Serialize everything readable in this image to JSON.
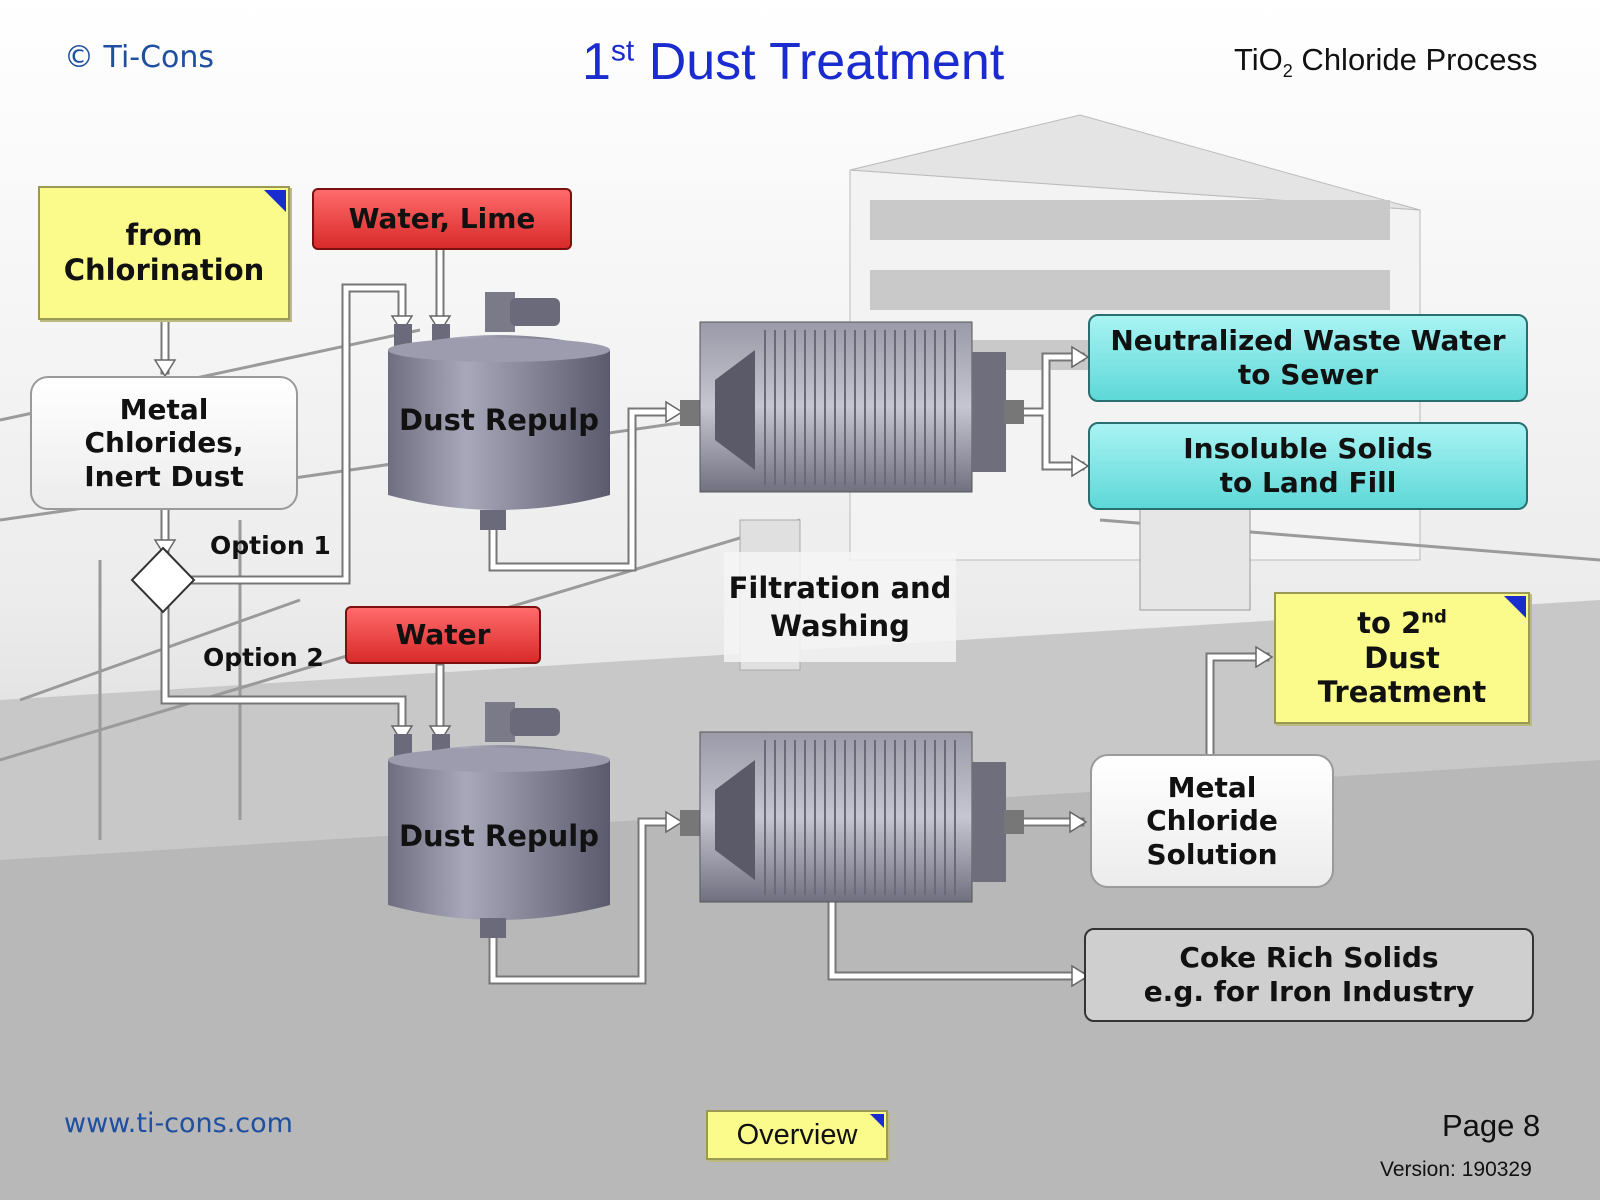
{
  "header": {
    "copyright": "© Ti-Cons",
    "title_main": "1",
    "title_sup": "st",
    "title_rest": " Dust Treatment",
    "process_prefix": "TiO",
    "process_sub": "2",
    "process_suffix": " Chloride Process"
  },
  "nodes": {
    "from_chlorination": {
      "line1": "from",
      "line2": "Chlorination"
    },
    "water_lime": "Water, Lime",
    "metal_chlorides": {
      "line1": "Metal",
      "line2": "Chlorides,",
      "line3": "Inert Dust"
    },
    "option1": "Option 1",
    "option2": "Option 2",
    "water": "Water",
    "dust_repulp_1": "Dust Repulp",
    "dust_repulp_2": "Dust Repulp",
    "filtration": {
      "line1": "Filtration and",
      "line2": "Washing"
    },
    "waste_water": {
      "line1": "Neutralized Waste Water",
      "line2": "to Sewer"
    },
    "insoluble_solids": {
      "line1": "Insoluble Solids",
      "line2": "to Land Fill"
    },
    "second_treatment": {
      "line1_pre": "to 2",
      "line1_sup": "nd",
      "line2": "Dust Treatment"
    },
    "metal_chloride_solution": {
      "line1": "Metal",
      "line2": "Chloride",
      "line3": "Solution"
    },
    "coke_solids": {
      "line1": "Coke Rich Solids",
      "line2": "e.g. for Iron Industry"
    }
  },
  "footer": {
    "website": "www.ti-cons.com",
    "overview_button": "Overview",
    "page": "Page 8",
    "version": "Version: 190329"
  },
  "colors": {
    "title_blue": "#1a2bd0",
    "link_blue": "#1f4fa0",
    "yellow": "#fbfb8c",
    "red": "#e03a3a",
    "cyan": "#7fe6e6"
  }
}
